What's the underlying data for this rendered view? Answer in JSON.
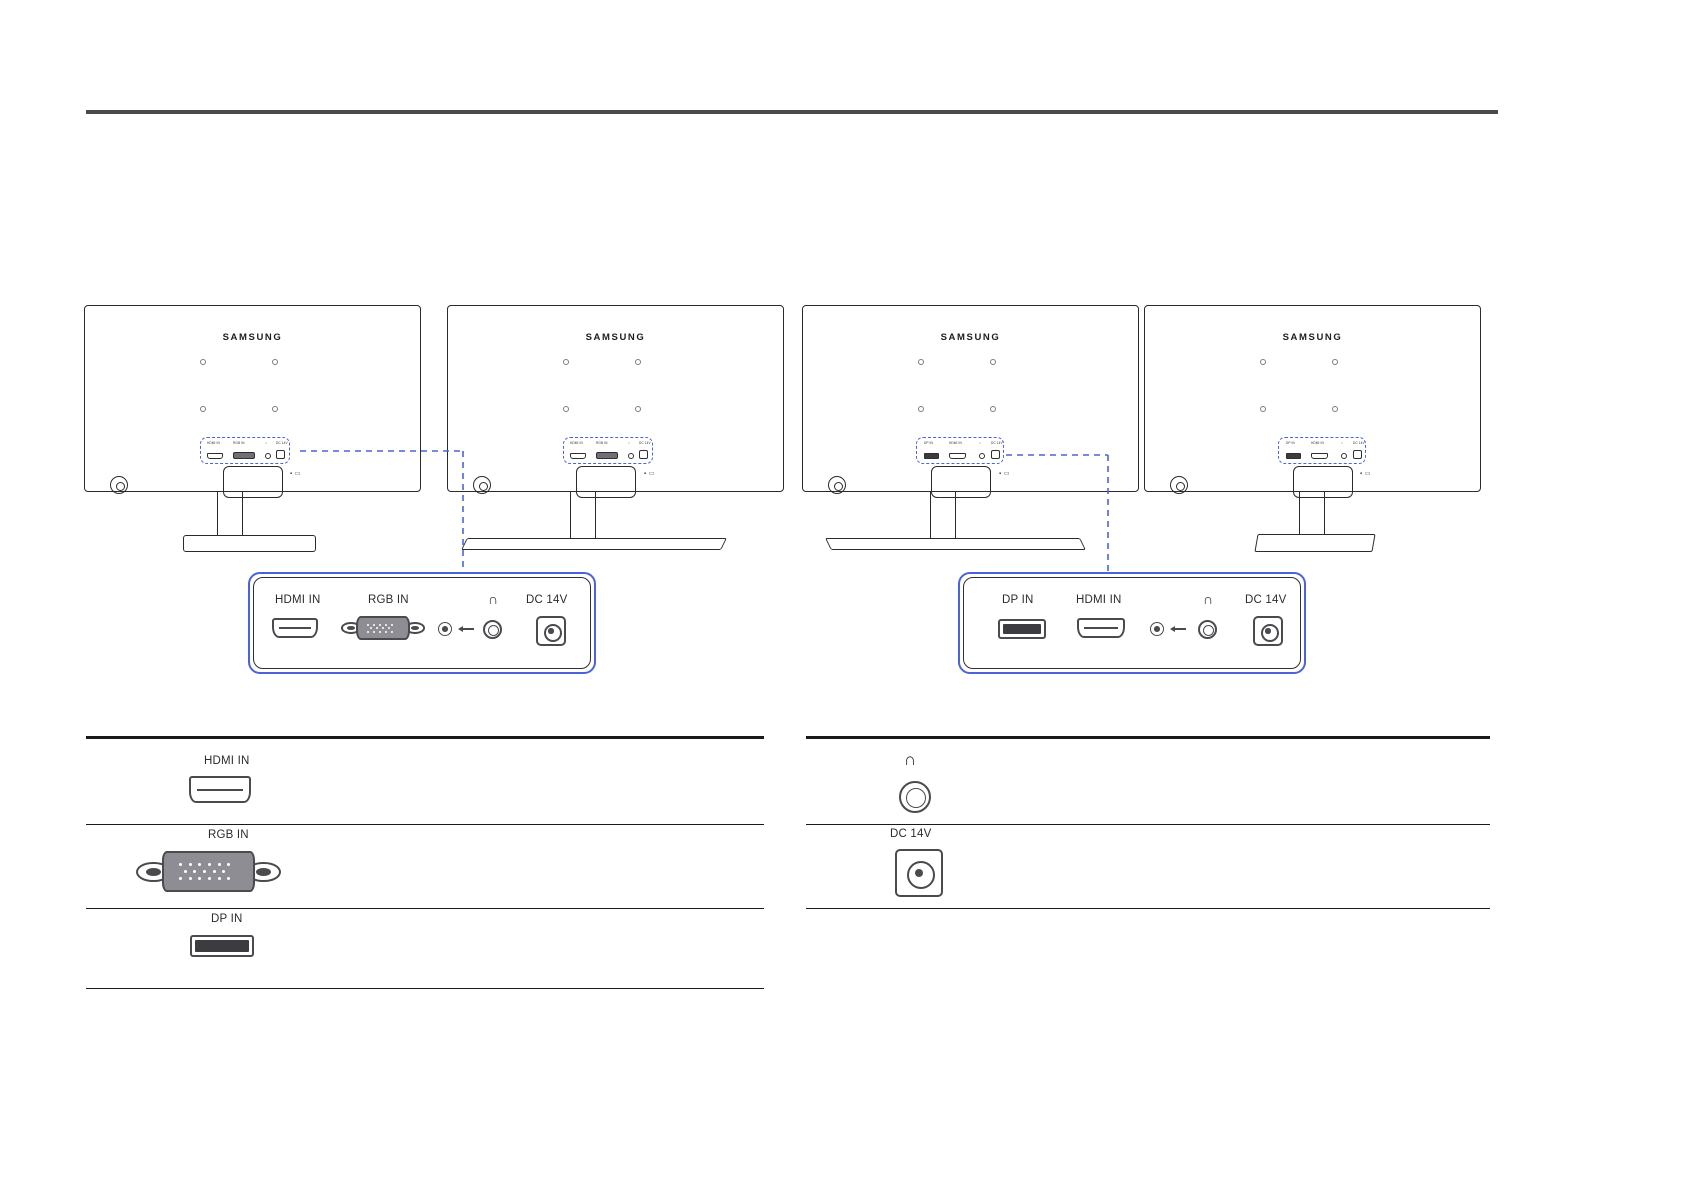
{
  "document": {
    "brand": "SAMSUNG",
    "type": "monitor-rear-connection-diagram"
  },
  "monitors": [
    {
      "id": "model-a-left",
      "brand": "SAMSUNG",
      "variant": "hdmi-rgb"
    },
    {
      "id": "model-a-right",
      "brand": "SAMSUNG",
      "variant": "hdmi-rgb"
    },
    {
      "id": "model-b-left",
      "brand": "SAMSUNG",
      "variant": "dp-hdmi"
    },
    {
      "id": "model-b-right",
      "brand": "SAMSUNG",
      "variant": "dp-hdmi"
    }
  ],
  "panels": {
    "left": {
      "ports": [
        {
          "label": "HDMI IN",
          "icon": "hdmi-port-icon"
        },
        {
          "label": "RGB IN",
          "icon": "vga-port-icon"
        },
        {
          "label": "∩",
          "icon": "headphone-port-icon"
        },
        {
          "label": "DC 14V",
          "icon": "dc-power-port-icon"
        }
      ]
    },
    "right": {
      "ports": [
        {
          "label": "DP IN",
          "icon": "displayport-port-icon"
        },
        {
          "label": "HDMI IN",
          "icon": "hdmi-port-icon"
        },
        {
          "label": "∩",
          "icon": "headphone-port-icon"
        },
        {
          "label": "DC 14V",
          "icon": "dc-power-port-icon"
        }
      ]
    }
  },
  "mini_port_labels": {
    "hdmi": "HDMI IN",
    "rgb": "RGB IN",
    "dp": "DP IN",
    "headphone": "∩",
    "dc": "DC 14V"
  },
  "legend_left": {
    "rows": [
      {
        "label": "HDMI IN",
        "icon": "hdmi-connector-icon",
        "description": ""
      },
      {
        "label": "RGB IN",
        "icon": "vga-connector-icon",
        "description": ""
      },
      {
        "label": "DP IN",
        "icon": "displayport-connector-icon",
        "description": ""
      }
    ]
  },
  "legend_right": {
    "rows": [
      {
        "label": "∩",
        "icon": "headphone-jack-icon",
        "description": ""
      },
      {
        "label": "DC 14V",
        "icon": "dc-power-jack-icon",
        "description": ""
      }
    ]
  },
  "colors": {
    "callout_blue": "#4a63d8",
    "rule_dark": "#1a1a1c",
    "header_rule": "#4a4a4d",
    "connector_gray": "#8d8d93",
    "line_dark": "#2b2b2b"
  },
  "power_led_marks": {
    "left_a": "▪ ▭",
    "left_b": "▪ ▭",
    "right_a": "▪ ▭",
    "right_b": "▪ ▭"
  }
}
